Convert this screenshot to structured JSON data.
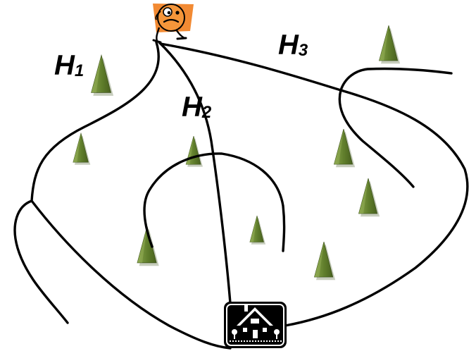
{
  "diagram": {
    "labels": [
      {
        "id": "h1",
        "letter": "H",
        "subscript": "1"
      },
      {
        "id": "h2",
        "letter": "H",
        "subscript": "2"
      },
      {
        "id": "h3",
        "letter": "H",
        "subscript": "3"
      }
    ],
    "icons": {
      "start": "traveler-icon",
      "goal": "house-icon",
      "tree": "tree-icon"
    },
    "colors": {
      "path": "#000000",
      "tree_fill": "#5d7a2a",
      "tree_shadow": "#c2c9b8",
      "traveler_tag": "#f28a33",
      "traveler_face": "#f5963a",
      "house_bg": "#000000",
      "house_fg": "#ffffff"
    }
  }
}
